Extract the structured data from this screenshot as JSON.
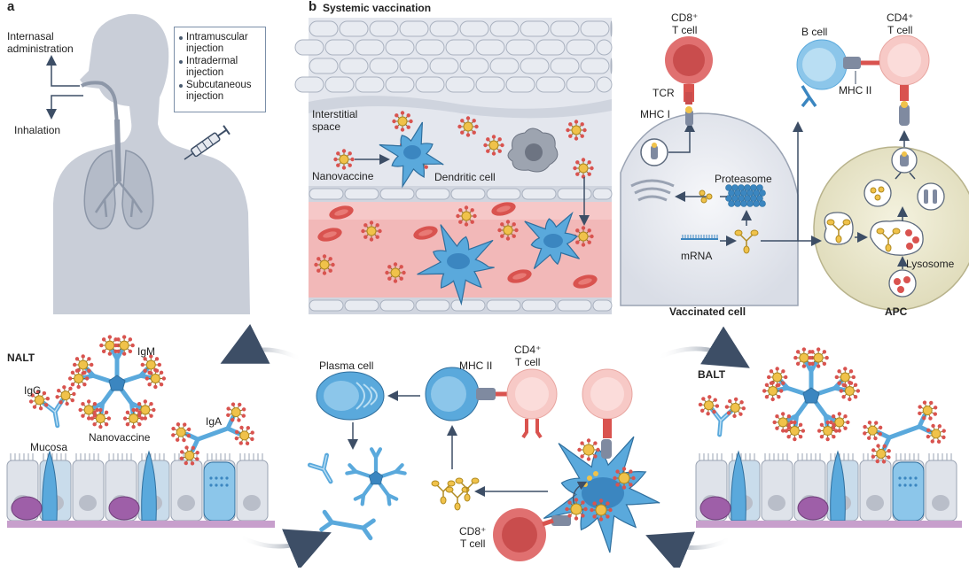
{
  "panel_a": {
    "label": "a",
    "internasal": "Internasal\nadministration",
    "inhalation": "Inhalation",
    "routes": [
      "Intramuscular injection",
      "Intradermal injection",
      "Subcutaneous injection"
    ]
  },
  "panel_b": {
    "label": "b",
    "title": "Systemic vaccination",
    "interstitial": "Interstitial\nspace",
    "nanovaccine": "Nanovaccine",
    "dendritic": "Dendritic cell"
  },
  "antigen": {
    "cd8_top": "CD8⁺\nT cell",
    "tcr": "TCR",
    "mhc1": "MHC I",
    "proteasome": "Proteasome",
    "mrna": "mRNA",
    "vaccinated": "Vaccinated cell",
    "b_cell": "B cell",
    "mhc2_top": "MHC II",
    "cd4_top": "CD4⁺\nT cell",
    "lysosome": "Lysosome",
    "apc": "APC"
  },
  "bottom": {
    "nalt": "NALT",
    "igm": "IgM",
    "igg": "IgG",
    "iga": "IgA",
    "mucosa": "Mucosa",
    "nanovaccine": "Nanovaccine",
    "plasma": "Plasma cell",
    "mhc2": "MHC II",
    "cd4": "CD4⁺\nT cell",
    "cd8": "CD8⁺\nT cell",
    "balt": "BALT"
  },
  "colors": {
    "blue_cell": "#5aa9dc",
    "red_cell": "#e07070",
    "pink_cell": "#f7c9c6",
    "particle": "#f0c24a",
    "particle_spike": "#d9534f",
    "apc_fill": "#ece9d0",
    "vessel": "#f2b8b8",
    "arrow": "#3d4e66"
  }
}
